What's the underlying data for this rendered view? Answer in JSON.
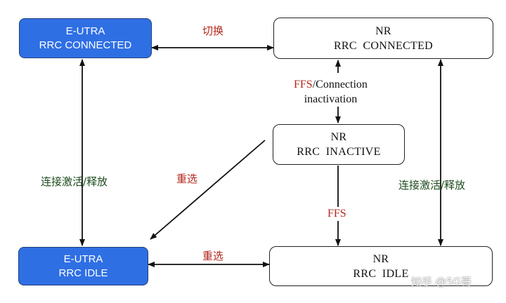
{
  "nodes": {
    "eutra_connected": [
      "E-UTRA",
      "RRC CONNECTED"
    ],
    "nr_connected": [
      "NR",
      "RRC  CONNECTED"
    ],
    "nr_inactive": [
      "NR",
      "RRC  INACTIVE"
    ],
    "eutra_idle": [
      "E-UTRA",
      "RRC IDLE"
    ],
    "nr_idle": [
      "NR",
      "RRC  IDLE"
    ]
  },
  "edges": {
    "handover": "切换",
    "reselect_diag": "重选",
    "reselect_bottom": "重选",
    "left_activate_release": "连接激活/释放",
    "right_activate_release": "连接激活/释放",
    "ffs_top_red": "FFS",
    "ffs_top_rest": "/Connection",
    "ffs_top_line2": "inactivation",
    "ffs_bottom": "FFS"
  },
  "watermark": "知乎 @5G哥",
  "colors": {
    "eutra_fill": "#2f6fe4",
    "label_red": "#b3271c",
    "label_green": "#1d4b1d"
  }
}
